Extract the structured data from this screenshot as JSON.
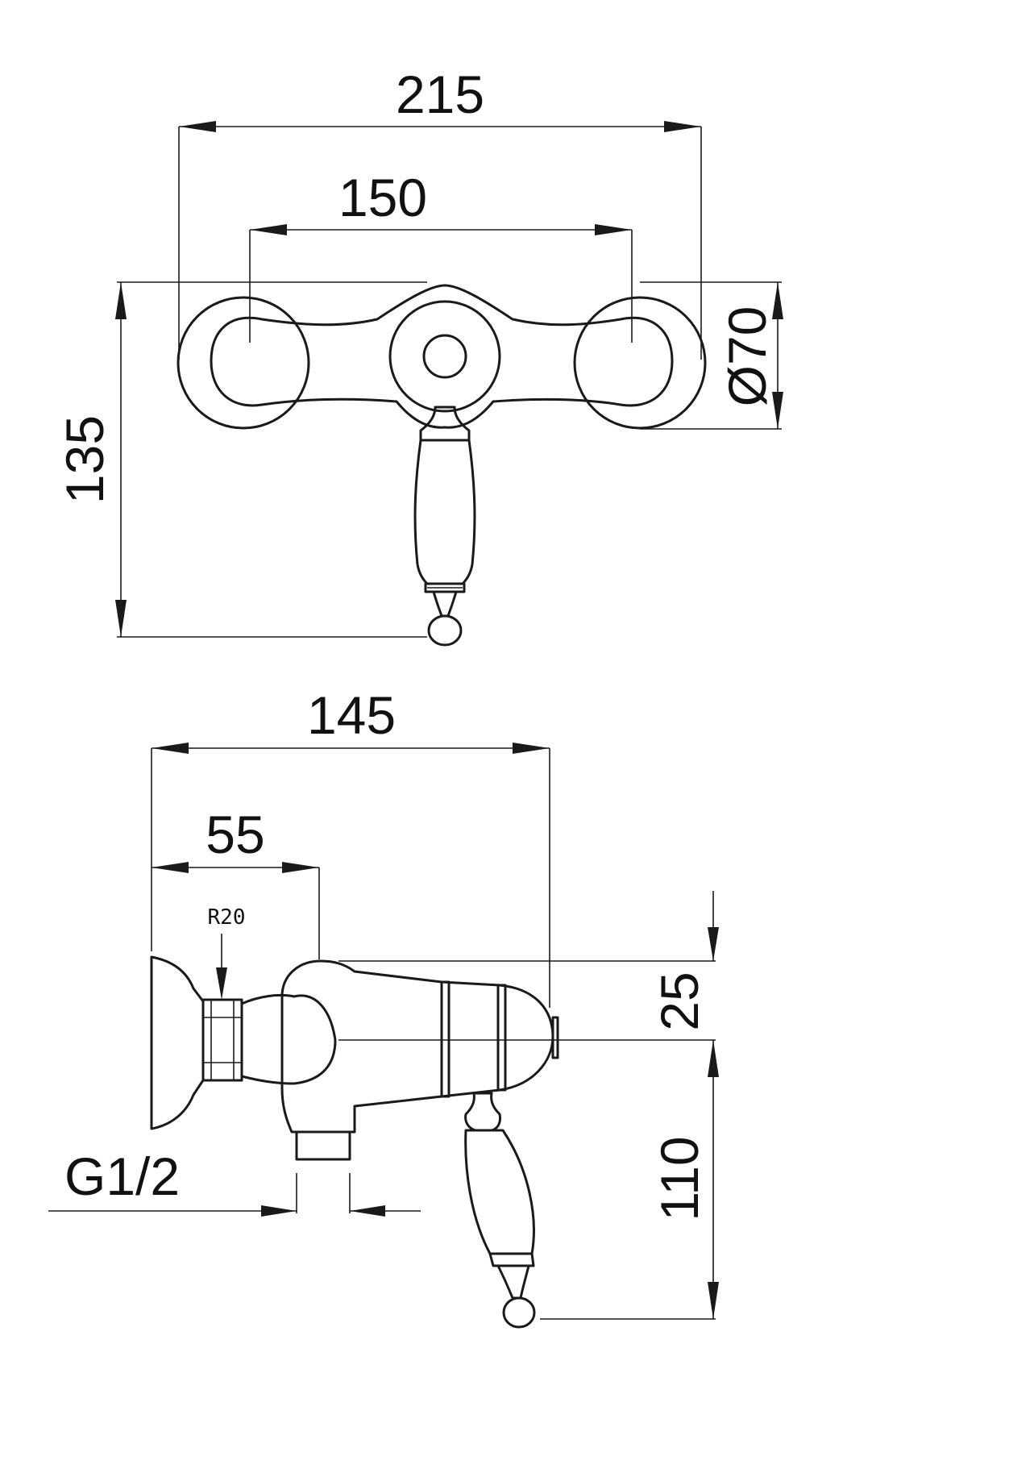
{
  "front_view": {
    "dim_overall_width": "215",
    "dim_inlet_centers": "150",
    "dim_height": "135",
    "dim_flange_diameter": "Ø70"
  },
  "side_view": {
    "dim_depth": "145",
    "dim_wall_to_body": "55",
    "dim_radius": "R20",
    "dim_offset": "25",
    "dim_handle_drop": "110",
    "dim_thread": "G1/2"
  },
  "colors": {
    "line": "#1a1a1a",
    "background": "#ffffff"
  }
}
